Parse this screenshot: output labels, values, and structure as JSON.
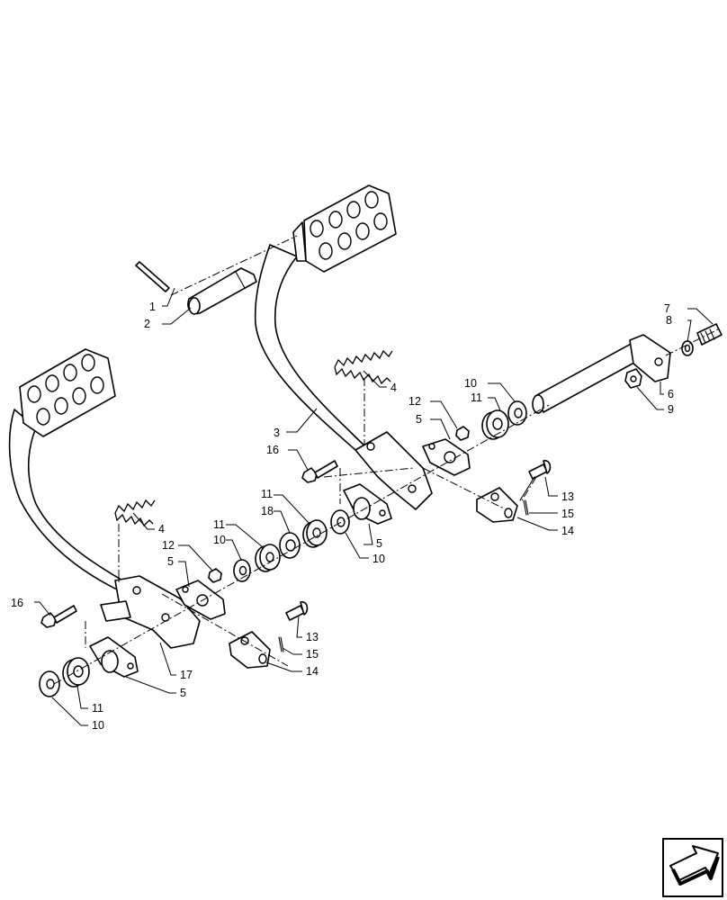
{
  "callouts": {
    "c1": "1",
    "c2": "2",
    "c3": "3",
    "c4a": "4",
    "c4b": "4",
    "c5a": "5",
    "c5b": "5",
    "c5c": "5",
    "c5d": "5",
    "c6": "6",
    "c7": "7",
    "c8": "8",
    "c9": "9",
    "c10a": "10",
    "c10b": "10",
    "c10c": "10",
    "c10d": "10",
    "c11a": "11",
    "c11b": "11",
    "c11c": "11",
    "c11d": "11",
    "c12a": "12",
    "c12b": "12",
    "c13a": "13",
    "c13b": "13",
    "c14a": "14",
    "c14b": "14",
    "c15a": "15",
    "c15b": "15",
    "c16a": "16",
    "c16b": "16",
    "c17": "17",
    "c18": "18"
  },
  "icons": {
    "nav": "next-page-arrow-icon"
  }
}
